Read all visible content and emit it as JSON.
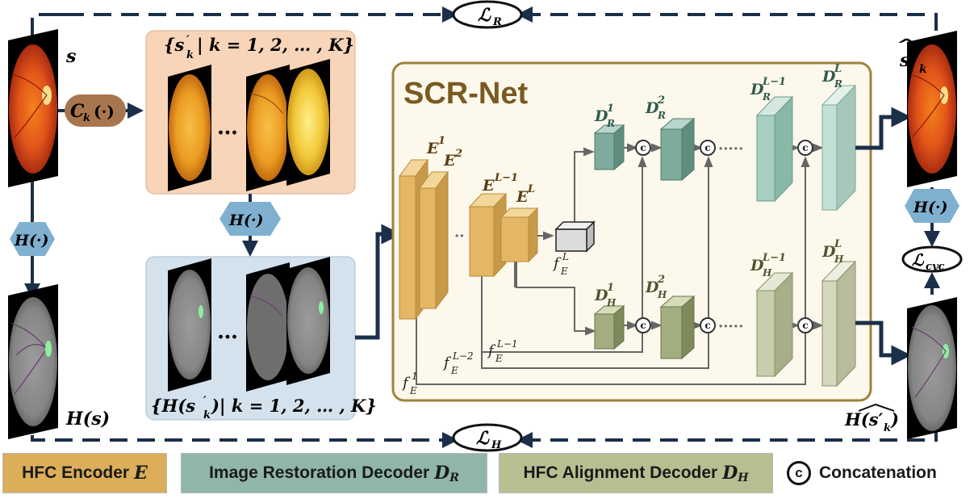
{
  "diagram": {
    "network_title": "SCR-Net",
    "labels": {
      "s": "s",
      "h_s": "H(s)",
      "ck_op": "C",
      "ck_sub": "k",
      "ck_arg": "(·)",
      "h_op": "H(·)",
      "set_top_main": "{s",
      "set_top_prime": "′",
      "set_top_sub": "k",
      "set_top_rest": "| k = 1, 2, … , K}",
      "set_bottom_main": "{H(s",
      "set_bottom_prime": "′",
      "set_bottom_sub": "k",
      "set_bottom_rest": ")| k = 1, 2, … , K}",
      "ellipsis_top": "…",
      "ellipsis_bottom": "…",
      "loss_r_main": "ℒ",
      "loss_r_sub": "R",
      "loss_h_main": "ℒ",
      "loss_h_sub": "H",
      "loss_cyc_main": "ℒ",
      "loss_cyc_sub": "cyc",
      "out_top_main": "s′",
      "out_top_sub": "k",
      "out_top_hat": "^",
      "out_bottom_main": "H(s′",
      "out_bottom_sub": "k",
      "out_bottom_close": ")",
      "e1": "E",
      "e1_sup": "1",
      "e2": "E",
      "e2_sup": "2",
      "el1": "E",
      "el1_sup": "L−1",
      "el": "E",
      "el_sup": "L",
      "dr1": "D",
      "dr1_sup": "1",
      "dr1_sub": "R",
      "dr2": "D",
      "dr2_sup": "2",
      "dr2_sub": "R",
      "drl1": "D",
      "drl1_sup": "L−1",
      "drl1_sub": "R",
      "drl": "D",
      "drl_sup": "L",
      "drl_sub": "R",
      "dh1": "D",
      "dh1_sup": "1",
      "dh1_sub": "H",
      "dh2": "D",
      "dh2_sup": "2",
      "dh2_sub": "H",
      "dhl1": "D",
      "dhl1_sup": "L−1",
      "dhl1_sub": "H",
      "dhl": "D",
      "dhl_sup": "L",
      "dhl_sub": "H",
      "fel": "f",
      "fel_sup": "L",
      "fel_sub": "E",
      "fel1": "f",
      "fel1_sup": "L−1",
      "fel1_sub": "E",
      "fel2": "f",
      "fel2_sup": "L−2",
      "fel2_sub": "E",
      "fe1": "f",
      "fe1_sup": "1",
      "fe1_sub": "E",
      "concat_symbol": "c",
      "dots": "·····",
      "enc_dots": "··"
    },
    "colors": {
      "encoder": "#dcae5a",
      "restoration": "#8fb6a7",
      "alignment": "#b7bf92",
      "scr_frame": "#a0823c",
      "scr_fill": "#fdf8ec",
      "top_panel": "#f8d4b8",
      "bottom_panel": "#d4e2ee",
      "hex": "#7fb0d0",
      "ck_pill": "#a8764e",
      "arrow": "#1c2f4a",
      "line": "#666666"
    }
  },
  "legend": {
    "encoder_label": "HFC Encoder",
    "encoder_symbol": "E",
    "restoration_label": "Image Restoration Decoder",
    "restoration_symbol": "D",
    "restoration_sub": "R",
    "alignment_label": "HFC Alignment Decoder",
    "alignment_symbol": "D",
    "alignment_sub": "H",
    "concat_symbol": "c",
    "concat_label": "Concatenation"
  }
}
